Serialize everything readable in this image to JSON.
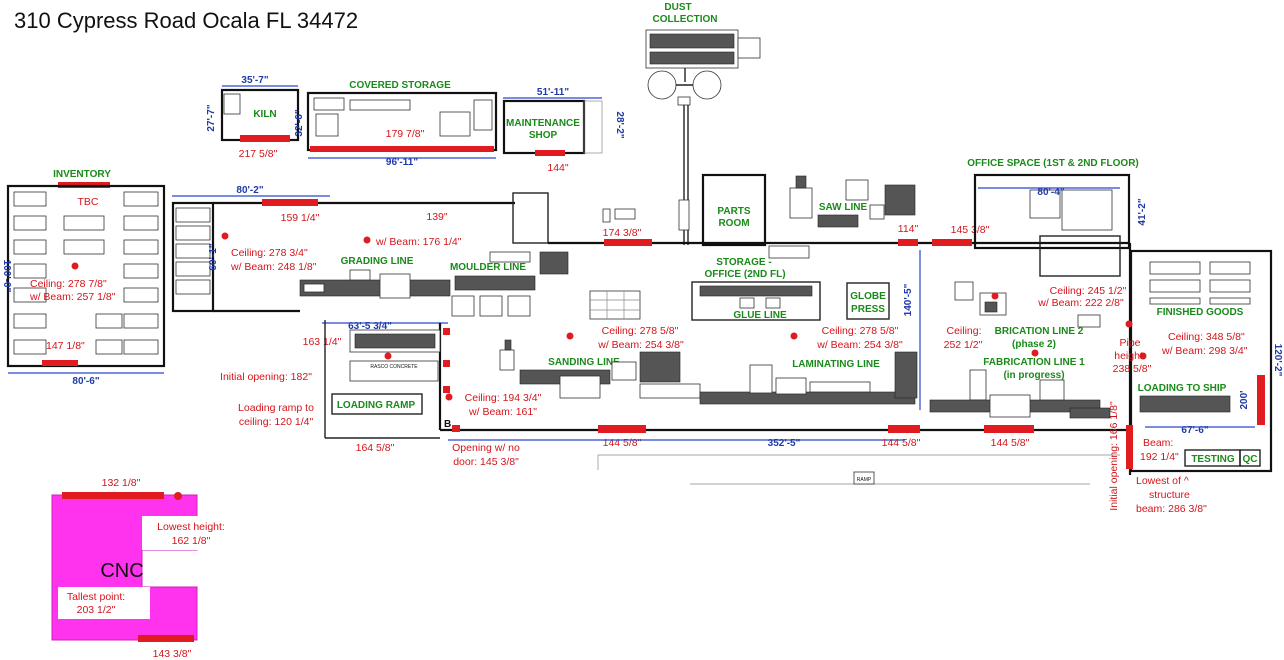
{
  "title": "310 Cypress Road Ocala FL 34472",
  "colors": {
    "label_green": "#1a8a1a",
    "measure_red": "#d4141a",
    "dimension_blue": "#1f3aa8",
    "cnc_magenta": "#ff33ee"
  },
  "areas": {
    "dust": "DUST",
    "dust2": "COLLECTION",
    "kiln": "KILN",
    "covered": "COVERED STORAGE",
    "maint1": "MAINTENANCE",
    "maint2": "SHOP",
    "inventory": "INVENTORY",
    "tbc": "TBC",
    "grading": "GRADING LINE",
    "moulder": "MOULDER LINE",
    "parts1": "PARTS",
    "parts2": "ROOM",
    "storage1": "STORAGE -",
    "storage2": "OFFICE (2ND FL)",
    "saw": "SAW LINE",
    "glue": "GLUE LINE",
    "globe1": "GLOBE",
    "globe2": "PRESS",
    "office": "OFFICE SPACE  (1ST & 2ND FLOOR)",
    "finished": "FINISHED GOODS",
    "loadship": "LOADING TO SHIP",
    "testing": "TESTING",
    "qc": "QC",
    "loadramp": "LOADING RAMP",
    "sanding": "SANDING LINE",
    "laminating": "LAMINATING LINE",
    "fab2a": "BRICATION LINE 2",
    "fab2b": "(phase 2)",
    "fab1a": "FABRICATION LINE 1",
    "fab1b": "(in progress)",
    "cnc": "CNC",
    "ramp_sign": "RAMP",
    "concrete_sign": "RASCO CONCRETE"
  },
  "measurements": {
    "kiln_w": "217 5/8\"",
    "covered_w": "179 7/8\"",
    "maint_w": "144\"",
    "inv_ceiling1": "Ceiling: 278 7/8\"",
    "inv_ceiling2": "w/ Beam: 257 1/8\"",
    "inv_bottom": "147 1/8\"",
    "grading_top": "159 1/4\"",
    "grading_top2": "139\"",
    "grading_ceil1": "Ceiling: 278 3/4\"",
    "grading_ceil2": "w/ Beam: 248 1/8\"",
    "moulder_beam": "w/ Beam: 176 1/4\"",
    "parts_left": "174 3/8\"",
    "saw_right": "114\"",
    "office_left": "145 3/8\"",
    "ceiling_245a": "Ceiling: 245 1/2\"",
    "ceiling_245b": "w/ Beam: 222 2/8\"",
    "ceiling_252a": "Ceiling:",
    "ceiling_252b": "252 1/2\"",
    "pipe1": "Pipe",
    "pipe2": "height:",
    "pipe3": "238 5/8\"",
    "ceiling_348a": "Ceiling: 348 5/8\"",
    "ceiling_348b": "w/ Beam: 298 3/4\"",
    "ramp_163": "163 1/4\"",
    "initial_opening": "Initial opening: 182\"",
    "ramp_ceiling1": "Loading ramp to",
    "ramp_ceiling2": "ceiling: 120 1/4\"",
    "ramp_bottom": "164 5/8\"",
    "sanding_ceil1": "Ceiling: 278 5/8\"",
    "sanding_ceil2": "w/ Beam: 254 3/8\"",
    "lam_ceil1": "Ceiling: 278 5/8\"",
    "lam_ceil2": "w/ Beam: 254 3/8\"",
    "mid_ceil1": "Ceiling: 194 3/4\"",
    "mid_ceil2": "w/ Beam: 161\"",
    "opening1": "Opening w/ no",
    "opening2": "door: 145 3/8\"",
    "bot_144a": "144 5/8\"",
    "bot_144b": "144 5/8\"",
    "bot_144c": "144 5/8\"",
    "initial_opening2": "Initial opening: 166 1/8\"",
    "beam1": "Beam:",
    "beam2": "192 1/4\"",
    "lowest1": "Lowest of ^",
    "lowest2": "structure",
    "lowest3": "beam: 286 3/8\"",
    "cnc_top": "132 1/8\"",
    "cnc_lowest1": "Lowest height:",
    "cnc_lowest2": "162 1/8\"",
    "cnc_tallest1": "Tallest point:",
    "cnc_tallest2": "203 1/2\"",
    "cnc_bottom": "143 3/8\""
  },
  "dimensions": {
    "kiln_w": "35'-7\"",
    "kiln_h": "27'-7\"",
    "covered_h": "32'-6\"",
    "covered_w": "96'-11\"",
    "maint_w": "51'-11\"",
    "maint_h": "28'-2\"",
    "inv_w": "80'-6\"",
    "inv_h": "100'-0\"",
    "grading_w": "80'-2\"",
    "grading_h": "60'-1\"",
    "grading_sub": "63'-5 3/4\"",
    "office_w": "80'-4\"",
    "office_h": "41'-2\"",
    "center_h": "140'-5\"",
    "main_w": "352'-5\"",
    "fg_h": "120'-2\"",
    "ship_h": "200'",
    "ship_w": "67'-6\""
  }
}
